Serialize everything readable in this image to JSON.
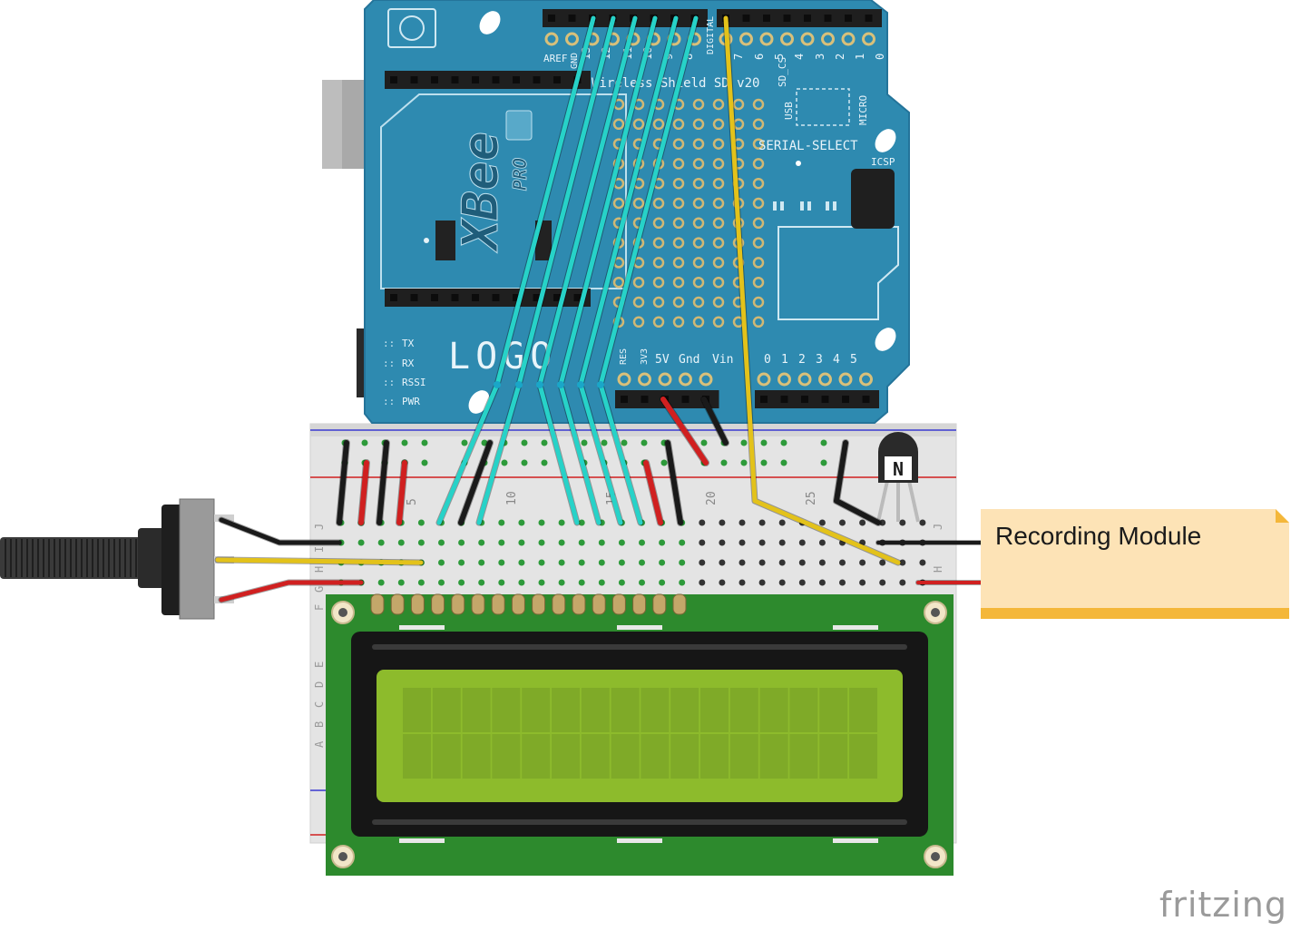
{
  "shield": {
    "name_text": "Wireless Shield SD v20",
    "logo_text": "LOGO",
    "xbee_text": "XBee",
    "pro_text": "PRO",
    "serial_select": "SERIAL-SELECT",
    "usb_label": "USB",
    "micro_label": "MICRO",
    "sd_cs_label": "SD_CS",
    "icsp_label": "ICSP",
    "aref_label": "AREF",
    "gnd_top_label": "GND",
    "digital_label": "DIGITAL",
    "digital_pins": [
      "13",
      "12",
      "11",
      "10",
      "9",
      "8",
      "7",
      "6",
      "5",
      "4",
      "3",
      "2",
      "1",
      "0"
    ],
    "power_labels": [
      "RES",
      "3V3",
      "5V",
      "Gnd",
      "Vin"
    ],
    "analog_labels": [
      "0",
      "1",
      "2",
      "3",
      "4",
      "5"
    ],
    "status_leds": [
      "TX",
      "RX",
      "RSSI",
      "PWR"
    ]
  },
  "breadboard": {
    "column_numbers": [
      "5",
      "10",
      "15",
      "20",
      "25"
    ],
    "row_letters_top": [
      "J",
      "I",
      "H",
      "G",
      "F"
    ],
    "row_letters_bottom": [
      "E",
      "D",
      "C",
      "B",
      "A"
    ]
  },
  "transistor": {
    "label": "N"
  },
  "note": {
    "text": "Recording Module"
  },
  "branding": {
    "text": "fritzing"
  },
  "colors": {
    "shield": "#2e8ab0",
    "wire_cyan": "#27d2c8",
    "wire_yellow": "#e3c21a",
    "wire_red": "#d02020",
    "wire_black": "#1a1a1a",
    "lcd_pcb": "#2d8a2d",
    "lcd_screen": "#8dbb2c",
    "note_fill": "#fde3b6",
    "note_border": "#f4b73a"
  }
}
